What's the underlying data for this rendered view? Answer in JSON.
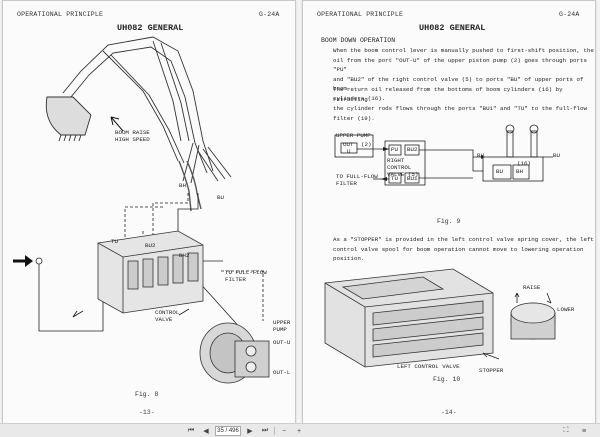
{
  "left_page": {
    "header": "OPERATIONAL PRINCIPLE",
    "code": "G-24A",
    "title": "UH082 GENERAL",
    "labels": {
      "boom_raise": "BOOM RAISE\nHIGH SPEED",
      "bh": "BH",
      "bu": "BU",
      "tu": "TU",
      "bu2": "BU2",
      "bh2": "BH2",
      "to_full_flow": "TO FULL-FLOW\nFILTER",
      "control_valve": "CONTROL\nVALVE",
      "upper_pump": "UPPER\nPUMP",
      "out_u": "OUT-U",
      "out_l": "OUT-L"
    },
    "figure": "Fig. 8",
    "page_number": "-13-"
  },
  "right_page": {
    "header": "OPERATIONAL PRINCIPLE",
    "code": "G-24A",
    "title": "UH082 GENERAL",
    "section": "BOOM DOWN OPERATION",
    "para1": "When the boom control lever is manually pushed to first-shift position, the\noil from the port \"OUT-U\" of the upper piston pump (2) goes through ports \"PU\"\nand \"BU2\" of the right control valve (5) to ports \"BU\" of upper ports of boom\ncylinders (16).",
    "para2": "The return oil released from the bottoms of boom cylinders (16) by retracting\nthe cylinder rods flows through the ports \"BU1\" and \"TU\" to the full-flow\nfilter (19).",
    "diagram": {
      "upper_pump": "UPPER PUMP",
      "out": "OUT",
      "u": "U",
      "pump_num": "(2)",
      "pu": "PU",
      "bu2": "BU2",
      "right_control": "RIGHT\nCONTROL\nVALVE (5)",
      "to_full_flow": "TO FULL-FLOW\nFILTER",
      "tu": "TU",
      "bu1": "BU1",
      "bh_left": "BH",
      "bu_right": "BU",
      "cyl_num": "(16)",
      "cyl_bu": "BU",
      "cyl_bh": "BH"
    },
    "fig9": "Fig. 9",
    "para3": "As a \"STOPPER\" is provided in the left control valve spring cover, the left\ncontrol valve spool for boom operation cannot move to lowering operation\nposition.",
    "raise": "RAISE",
    "lower": "LOWER",
    "left_control_valve": "LEFT CONTROL VALVE",
    "stopper": "STOPPER",
    "fig10": "Fig. 10",
    "page_number": "-14-"
  },
  "toolbar": {
    "first_icon": "first-page-icon",
    "prev_icon": "prev-page-icon",
    "current_page": "35 / 496",
    "next_icon": "next-page-icon",
    "last_icon": "last-page-icon"
  }
}
